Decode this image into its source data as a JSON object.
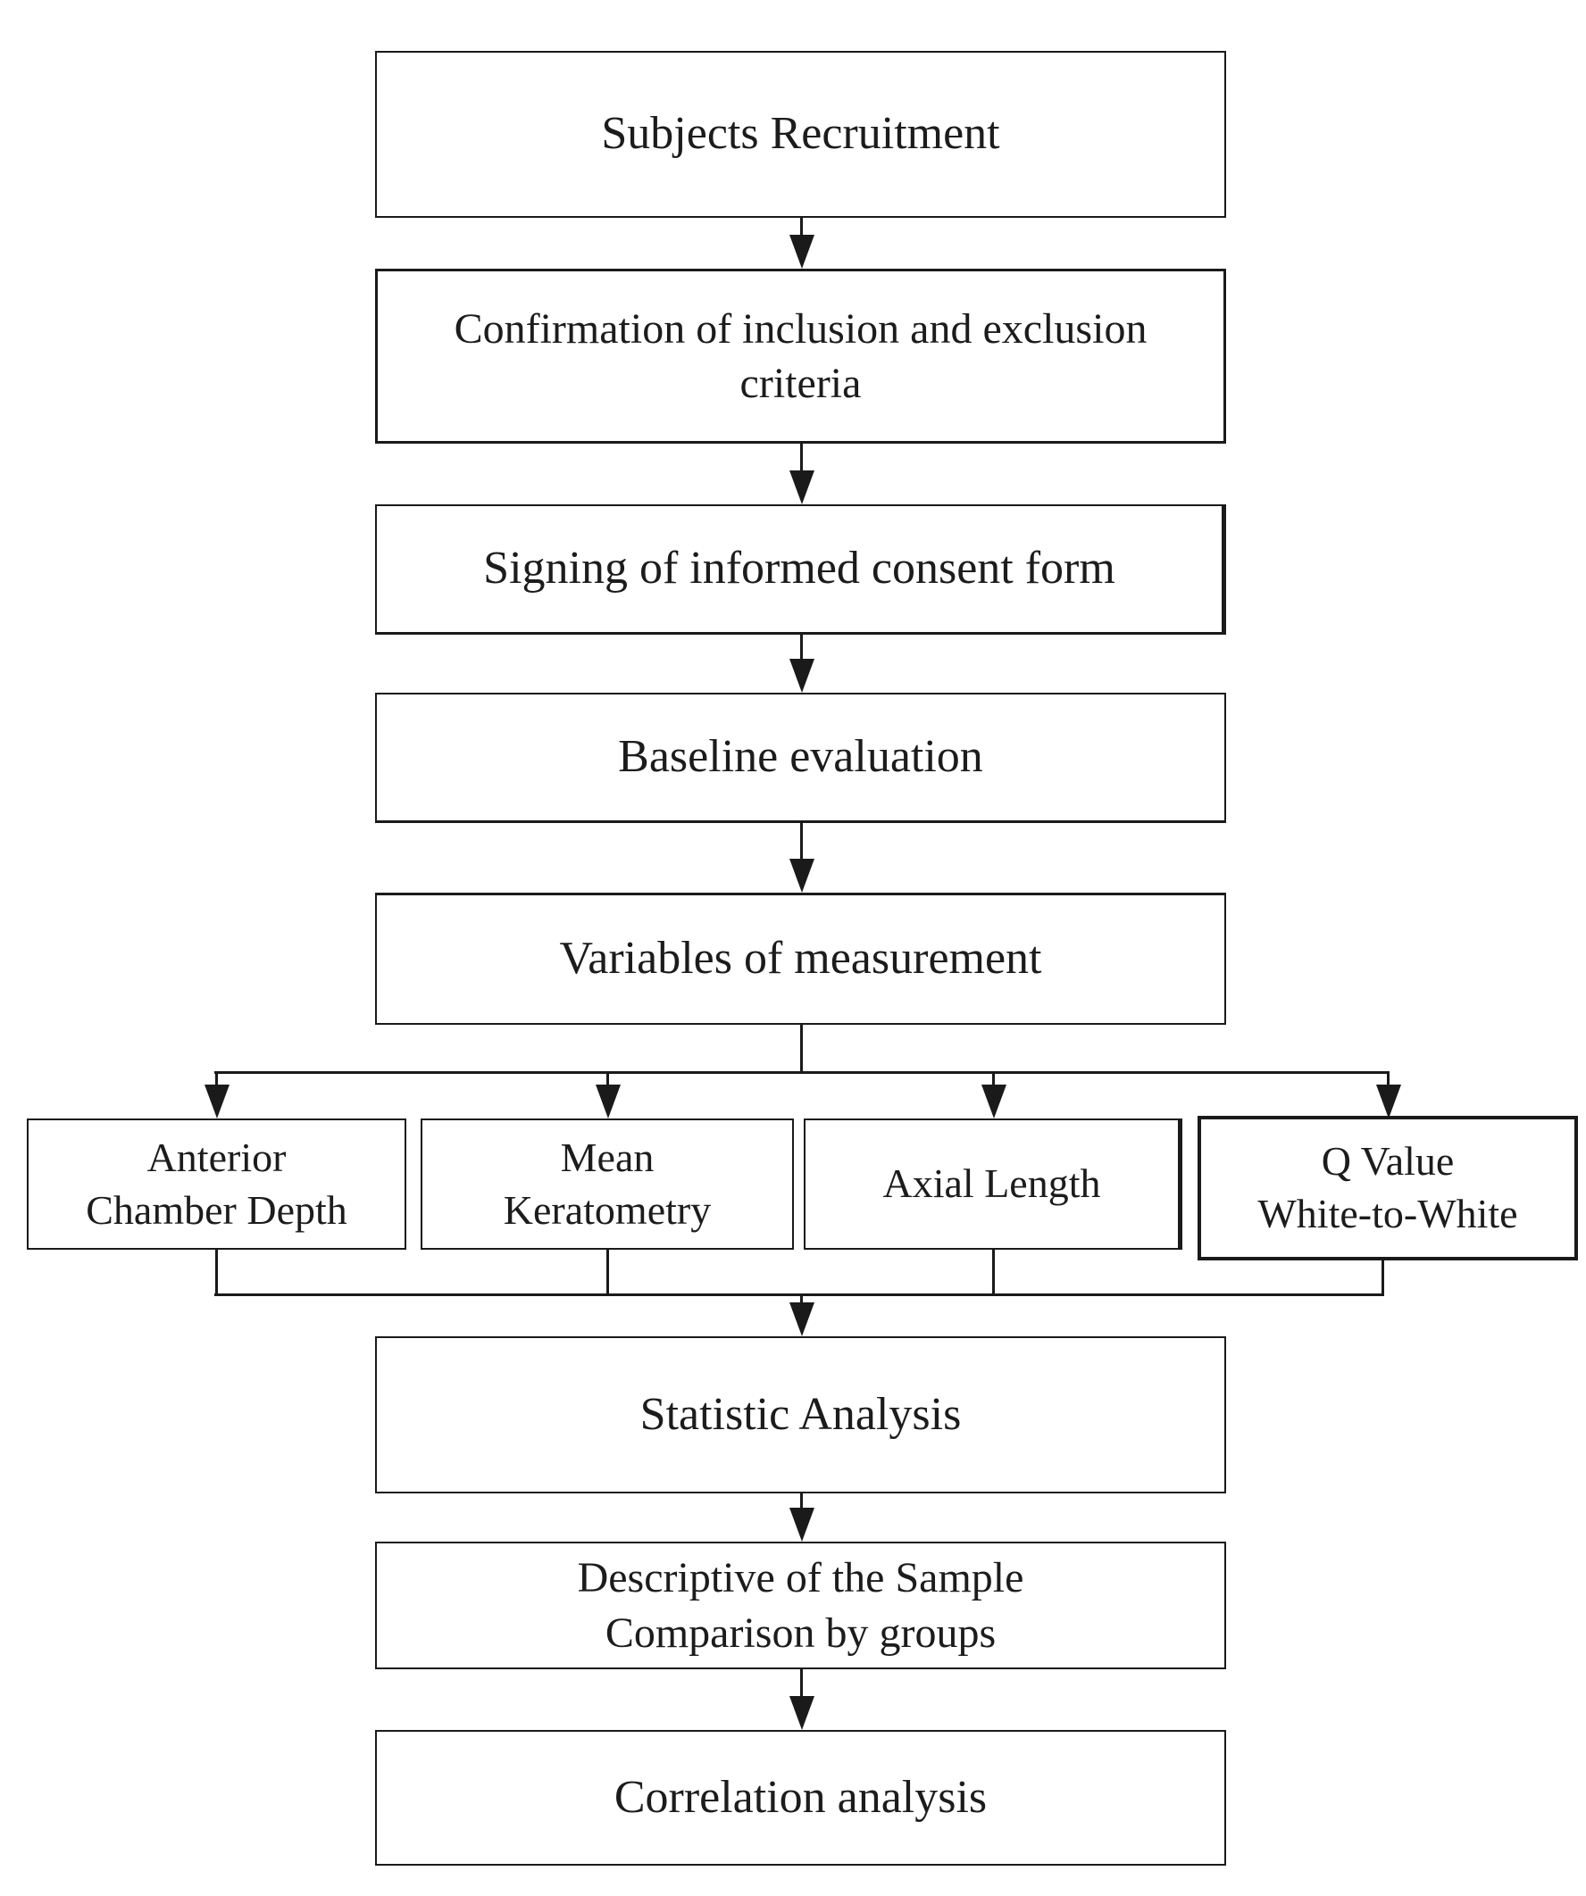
{
  "flowchart": {
    "steps": [
      {
        "label": "Subjects Recruitment"
      },
      {
        "lines": [
          "Confirmation of inclusion and exclusion",
          "criteria"
        ]
      },
      {
        "label": "Signing of informed consent form"
      },
      {
        "label": "Baseline evaluation"
      },
      {
        "label": "Variables of measurement"
      }
    ],
    "measurements": [
      {
        "lines": [
          "Anterior",
          "Chamber Depth"
        ]
      },
      {
        "lines": [
          "Mean",
          "Keratometry"
        ]
      },
      {
        "label": "Axial Length"
      },
      {
        "lines": [
          "Q Value",
          "White-to-White"
        ]
      }
    ],
    "analysis": [
      {
        "label": "Statistic Analysis"
      },
      {
        "lines": [
          "Descriptive of the Sample",
          "Comparison by groups"
        ]
      },
      {
        "label": "Correlation analysis"
      }
    ],
    "colors": {
      "line": "#1a1a1a",
      "text": "#1c1c1c",
      "background": "#ffffff"
    }
  }
}
